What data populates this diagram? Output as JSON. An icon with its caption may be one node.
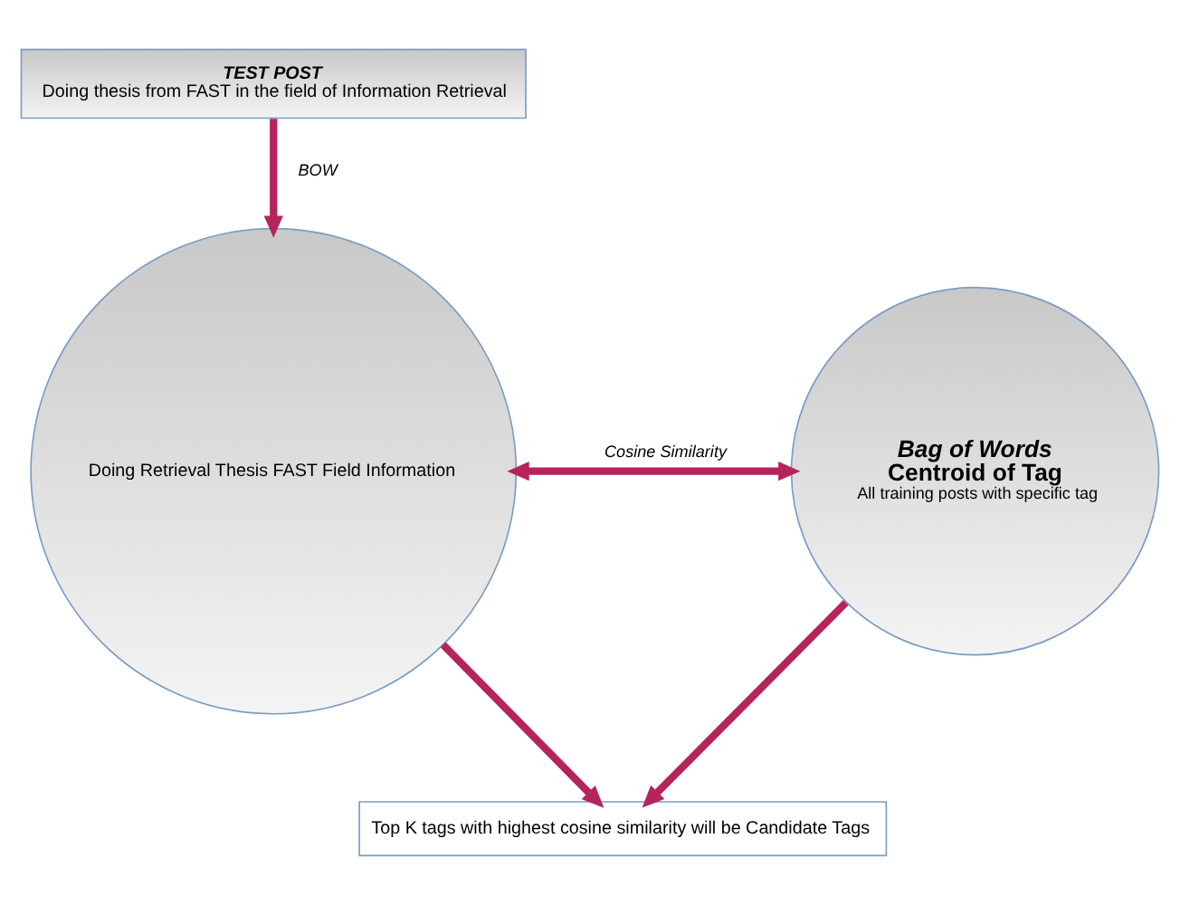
{
  "diagram": {
    "nodes": [
      {
        "text": [
          "TEST POST",
          "Doing thesis from FAST in the field of Information Retrieval"
        ]
      },
      {
        "text": [
          "Doing Retrieval Thesis FAST Field Information"
        ]
      },
      {
        "text": [
          "Bag of Words",
          "Centroid of Tag",
          "All training posts with specific tag"
        ]
      },
      {
        "text": [
          "Top K tags with highest cosine similarity will be Candidate Tags"
        ]
      }
    ],
    "edges": [
      {
        "from": 0,
        "to": 1,
        "arrow": "to",
        "label": "BOW"
      },
      {
        "from": 1,
        "to": 2,
        "arrow": "both",
        "label": "Cosine Similarity"
      },
      {
        "from": 1,
        "to": 3,
        "arrow": "to"
      },
      {
        "from": 2,
        "to": 3,
        "arrow": "to"
      }
    ]
  }
}
